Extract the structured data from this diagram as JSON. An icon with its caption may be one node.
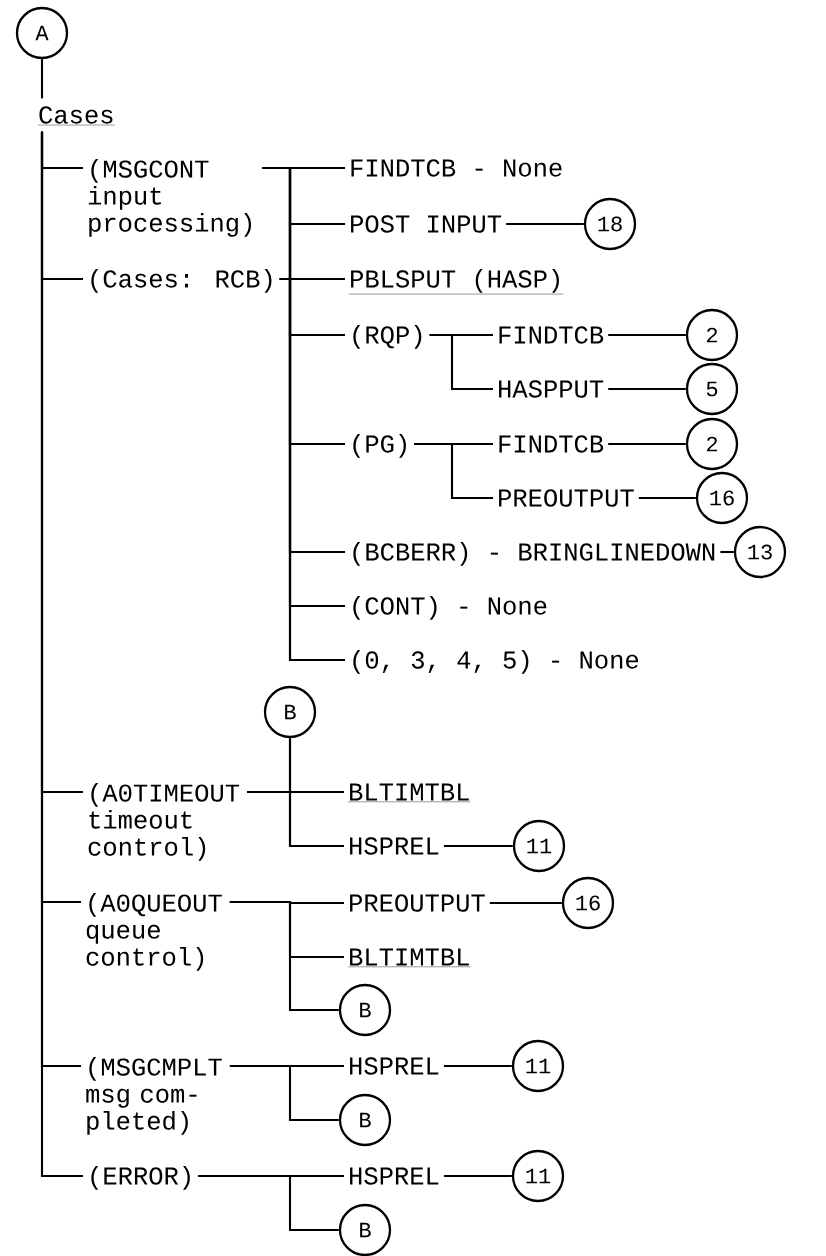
{
  "diagram": {
    "nodes": [
      {
        "text": [
          "A"
        ]
      },
      {
        "text": [
          "Cases"
        ]
      },
      {
        "text": [
          "(MSGCONT input processing)"
        ]
      },
      {
        "text": [
          "FINDTCB - None"
        ]
      },
      {
        "text": [
          "POST INPUT"
        ]
      },
      {
        "text": [
          "18"
        ]
      },
      {
        "text": [
          "(Cases: RCB)"
        ]
      },
      {
        "text": [
          "PBLSPUT (HASP)"
        ]
      },
      {
        "text": [
          "(RQP)"
        ]
      },
      {
        "text": [
          "FINDTCB"
        ]
      },
      {
        "text": [
          "2"
        ]
      },
      {
        "text": [
          "HASPPUT"
        ]
      },
      {
        "text": [
          "5"
        ]
      },
      {
        "text": [
          "(PG)"
        ]
      },
      {
        "text": [
          "FINDTCB"
        ]
      },
      {
        "text": [
          "2"
        ]
      },
      {
        "text": [
          "PREOUTPUT"
        ]
      },
      {
        "text": [
          "16"
        ]
      },
      {
        "text": [
          "(BCBERR) - BRINGLINEDOWN"
        ]
      },
      {
        "text": [
          "13"
        ]
      },
      {
        "text": [
          "(CONT) - None"
        ]
      },
      {
        "text": [
          "(0, 3, 4, 5) - None"
        ]
      },
      {
        "text": [
          "B"
        ]
      },
      {
        "text": [
          "(A0TIMEOUT timeout control)"
        ]
      },
      {
        "text": [
          "BLTIMTBL"
        ]
      },
      {
        "text": [
          "HSPREL"
        ]
      },
      {
        "text": [
          "11"
        ]
      },
      {
        "text": [
          "(A0QUEOUT queue control)"
        ]
      },
      {
        "text": [
          "PREOUTPUT"
        ]
      },
      {
        "text": [
          "16"
        ]
      },
      {
        "text": [
          "BLTIMTBL"
        ]
      },
      {
        "text": [
          "B"
        ]
      },
      {
        "text": [
          "(MSGCMPLT msg com- pleted)"
        ]
      },
      {
        "text": [
          "HSPREL"
        ]
      },
      {
        "text": [
          "11"
        ]
      },
      {
        "text": [
          "B"
        ]
      },
      {
        "text": [
          "(ERROR)"
        ]
      },
      {
        "text": [
          "HSPREL"
        ]
      },
      {
        "text": [
          "11"
        ]
      },
      {
        "text": [
          "B"
        ]
      }
    ],
    "edges": [
      {
        "from": 0,
        "to": 1,
        "arrow": "none"
      },
      {
        "from": 1,
        "to": 2,
        "arrow": "none"
      },
      {
        "from": 1,
        "to": 6,
        "arrow": "none"
      },
      {
        "from": 1,
        "to": 23,
        "arrow": "none"
      },
      {
        "from": 1,
        "to": 27,
        "arrow": "none"
      },
      {
        "from": 1,
        "to": 32,
        "arrow": "none"
      },
      {
        "from": 1,
        "to": 36,
        "arrow": "none"
      },
      {
        "from": 2,
        "to": 3,
        "arrow": "none"
      },
      {
        "from": 2,
        "to": 4,
        "arrow": "none"
      },
      {
        "from": 2,
        "to": 7,
        "arrow": "none"
      },
      {
        "from": 2,
        "to": 8,
        "arrow": "none"
      },
      {
        "from": 2,
        "to": 13,
        "arrow": "none"
      },
      {
        "from": 2,
        "to": 18,
        "arrow": "none"
      },
      {
        "from": 2,
        "to": 20,
        "arrow": "none"
      },
      {
        "from": 2,
        "to": 21,
        "arrow": "none"
      },
      {
        "from": 6,
        "to": 3,
        "arrow": "none"
      },
      {
        "from": 6,
        "to": 4,
        "arrow": "none"
      },
      {
        "from": 6,
        "to": 7,
        "arrow": "none"
      },
      {
        "from": 6,
        "to": 8,
        "arrow": "none"
      },
      {
        "from": 6,
        "to": 13,
        "arrow": "none"
      },
      {
        "from": 6,
        "to": 18,
        "arrow": "none"
      },
      {
        "from": 6,
        "to": 20,
        "arrow": "none"
      },
      {
        "from": 6,
        "to": 21,
        "arrow": "none"
      },
      {
        "from": 4,
        "to": 5,
        "arrow": "none"
      },
      {
        "from": 8,
        "to": 9,
        "arrow": "none"
      },
      {
        "from": 8,
        "to": 11,
        "arrow": "none"
      },
      {
        "from": 9,
        "to": 10,
        "arrow": "none"
      },
      {
        "from": 11,
        "to": 12,
        "arrow": "none"
      },
      {
        "from": 13,
        "to": 14,
        "arrow": "none"
      },
      {
        "from": 13,
        "to": 16,
        "arrow": "none"
      },
      {
        "from": 14,
        "to": 15,
        "arrow": "none"
      },
      {
        "from": 16,
        "to": 17,
        "arrow": "none"
      },
      {
        "from": 18,
        "to": 19,
        "arrow": "none"
      },
      {
        "from": 22,
        "to": 24,
        "arrow": "none"
      },
      {
        "from": 22,
        "to": 25,
        "arrow": "none"
      },
      {
        "from": 23,
        "to": 24,
        "arrow": "none"
      },
      {
        "from": 23,
        "to": 25,
        "arrow": "none"
      },
      {
        "from": 25,
        "to": 26,
        "arrow": "none"
      },
      {
        "from": 27,
        "to": 28,
        "arrow": "none"
      },
      {
        "from": 27,
        "to": 30,
        "arrow": "none"
      },
      {
        "from": 27,
        "to": 31,
        "arrow": "none"
      },
      {
        "from": 28,
        "to": 29,
        "arrow": "none"
      },
      {
        "from": 32,
        "to": 33,
        "arrow": "none"
      },
      {
        "from": 32,
        "to": 35,
        "arrow": "none"
      },
      {
        "from": 33,
        "to": 34,
        "arrow": "none"
      },
      {
        "from": 36,
        "to": 37,
        "arrow": "none"
      },
      {
        "from": 36,
        "to": 39,
        "arrow": "none"
      },
      {
        "from": 37,
        "to": 38,
        "arrow": "none"
      }
    ]
  }
}
